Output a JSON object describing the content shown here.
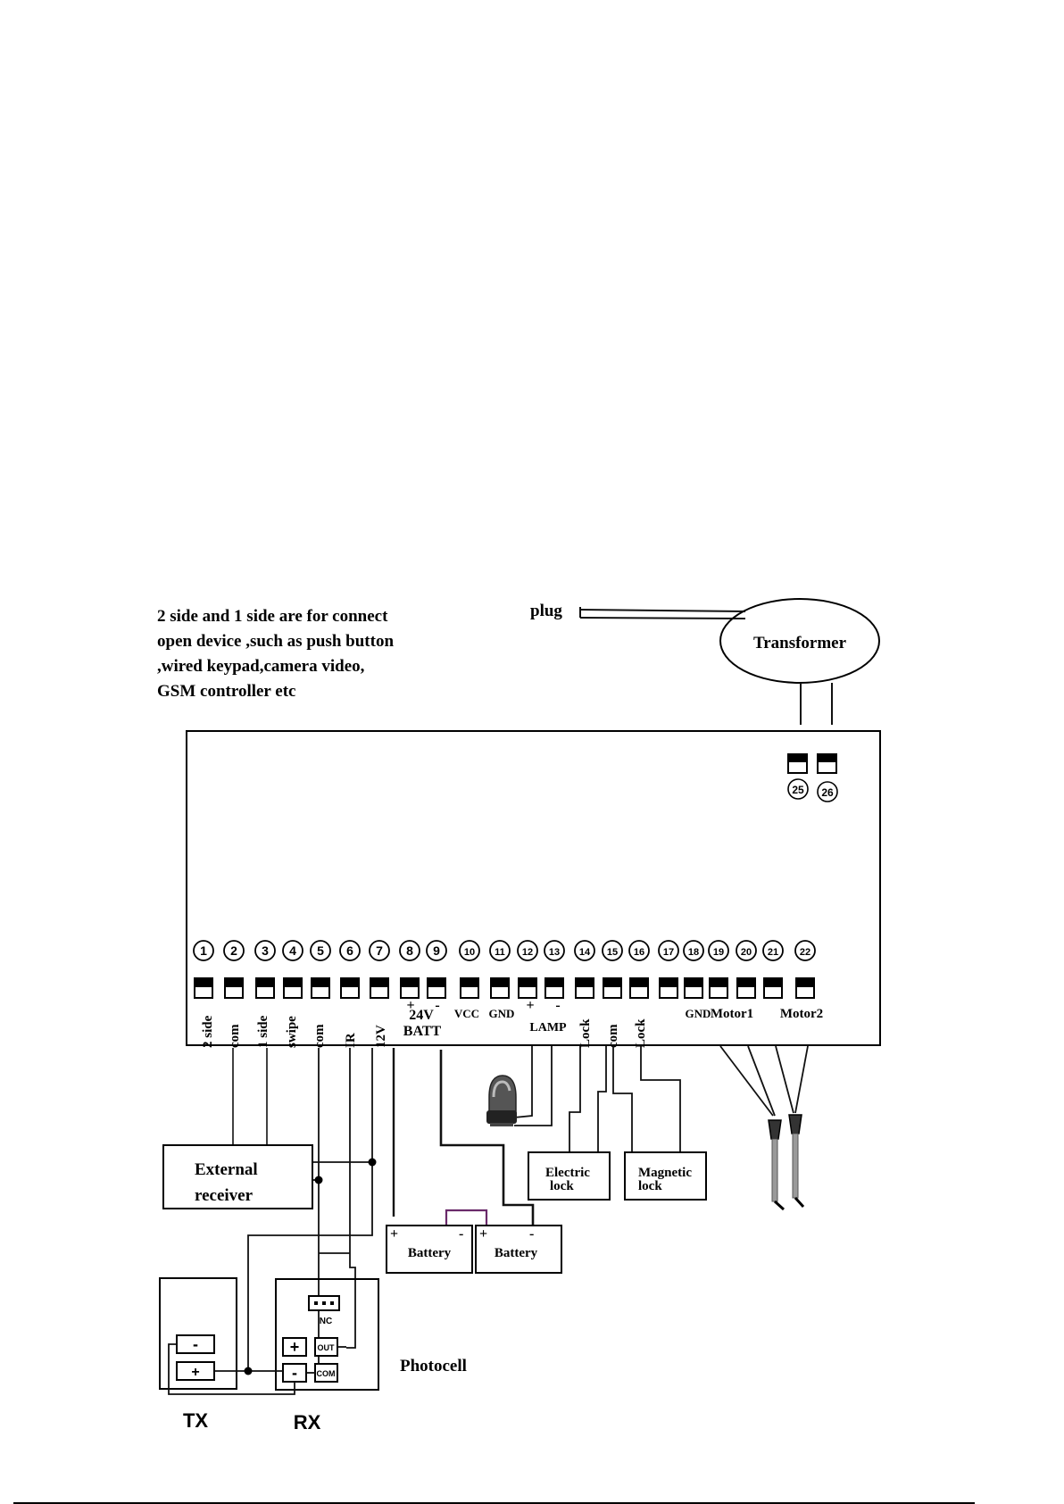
{
  "note_lines": [
    "2 side and 1 side are for connect",
    "open device ,such as push button",
    ",wired keypad,camera video,",
    "GSM controller etc"
  ],
  "plug_label": "plug",
  "transformer_label": "Transformer",
  "top_terminals": [
    "25",
    "26"
  ],
  "terminals": [
    {
      "num": "1",
      "label": "2 side"
    },
    {
      "num": "2",
      "label": "com"
    },
    {
      "num": "3",
      "label": "1 side"
    },
    {
      "num": "4",
      "label": "swipe"
    },
    {
      "num": "5",
      "label": "com"
    },
    {
      "num": "6",
      "label": "IR"
    },
    {
      "num": "7",
      "label": "12V"
    },
    {
      "num": "8",
      "label": "+"
    },
    {
      "num": "9",
      "label": "-"
    },
    {
      "num": "10",
      "label": "VCC"
    },
    {
      "num": "11",
      "label": "GND"
    },
    {
      "num": "12",
      "label": "+"
    },
    {
      "num": "13",
      "label": "-"
    },
    {
      "num": "14",
      "label": "Lock"
    },
    {
      "num": "15",
      "label": "com"
    },
    {
      "num": "16",
      "label": "Lock"
    },
    {
      "num": "17",
      "label": ""
    },
    {
      "num": "18",
      "label": "GND"
    },
    {
      "num": "19",
      "label": "Motor1"
    },
    {
      "num": "20",
      "label": ""
    },
    {
      "num": "21",
      "label": "Motor2"
    },
    {
      "num": "22",
      "label": ""
    }
  ],
  "group_labels": {
    "batt_24v": "24V",
    "batt": "BATT",
    "lamp": "LAMP"
  },
  "external_receiver": [
    "External",
    "receiver"
  ],
  "battery_labels": [
    "Battery",
    "Battery"
  ],
  "battery_signs": [
    "+",
    "-",
    "+",
    "-"
  ],
  "electric_lock": [
    "Electric",
    "lock"
  ],
  "magnetic_lock": [
    "Magnetic",
    "lock"
  ],
  "photocell_label": "Photocell",
  "tx_label": "TX",
  "rx_label": "RX",
  "tx_buttons": [
    "-",
    "+"
  ],
  "rx_buttons": [
    "+",
    "-",
    "OUT",
    "COM"
  ],
  "rx_nc": "NC"
}
